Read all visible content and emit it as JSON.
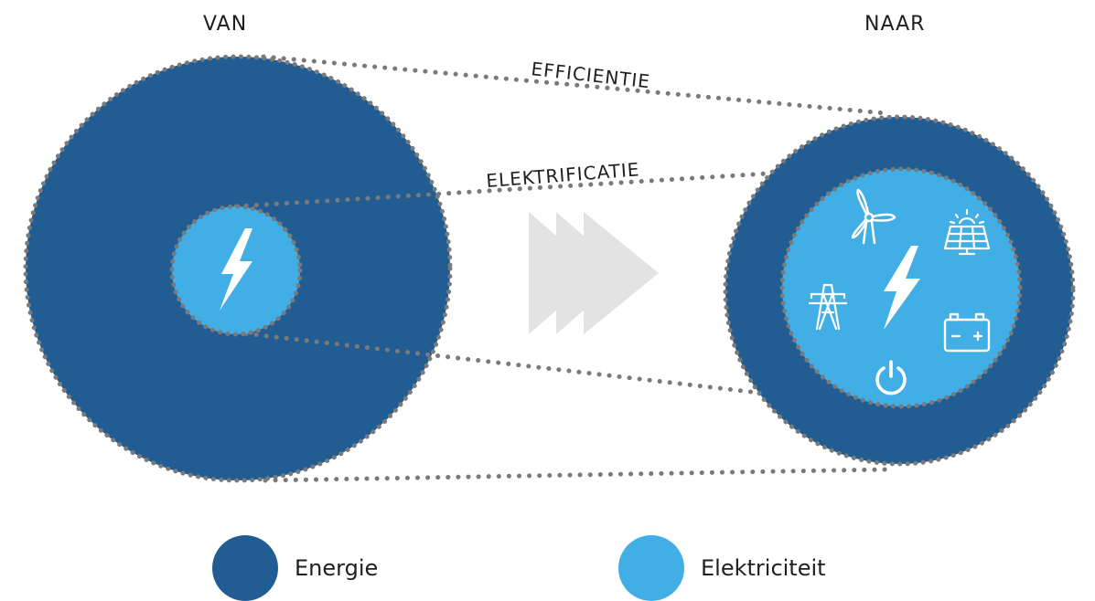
{
  "headings": {
    "from": "VAN",
    "to": "NAAR"
  },
  "connectors": {
    "outer": "EFFICIENTIE",
    "inner": "ELEKTRIFICATIE"
  },
  "legend": [
    {
      "label": "Energie",
      "color": "#215d93"
    },
    {
      "label": "Elektriciteit",
      "color": "#41aee6"
    }
  ],
  "colors": {
    "energy": "#215d93",
    "electricity": "#41aee6",
    "dots": "#7a7a7a",
    "arrow": "#e3e3e3",
    "icon": "#ffffff"
  },
  "icons": [
    "lightning-bolt-icon",
    "wind-turbine-icon",
    "solar-panel-icon",
    "power-pylon-icon",
    "battery-icon",
    "power-button-icon"
  ]
}
